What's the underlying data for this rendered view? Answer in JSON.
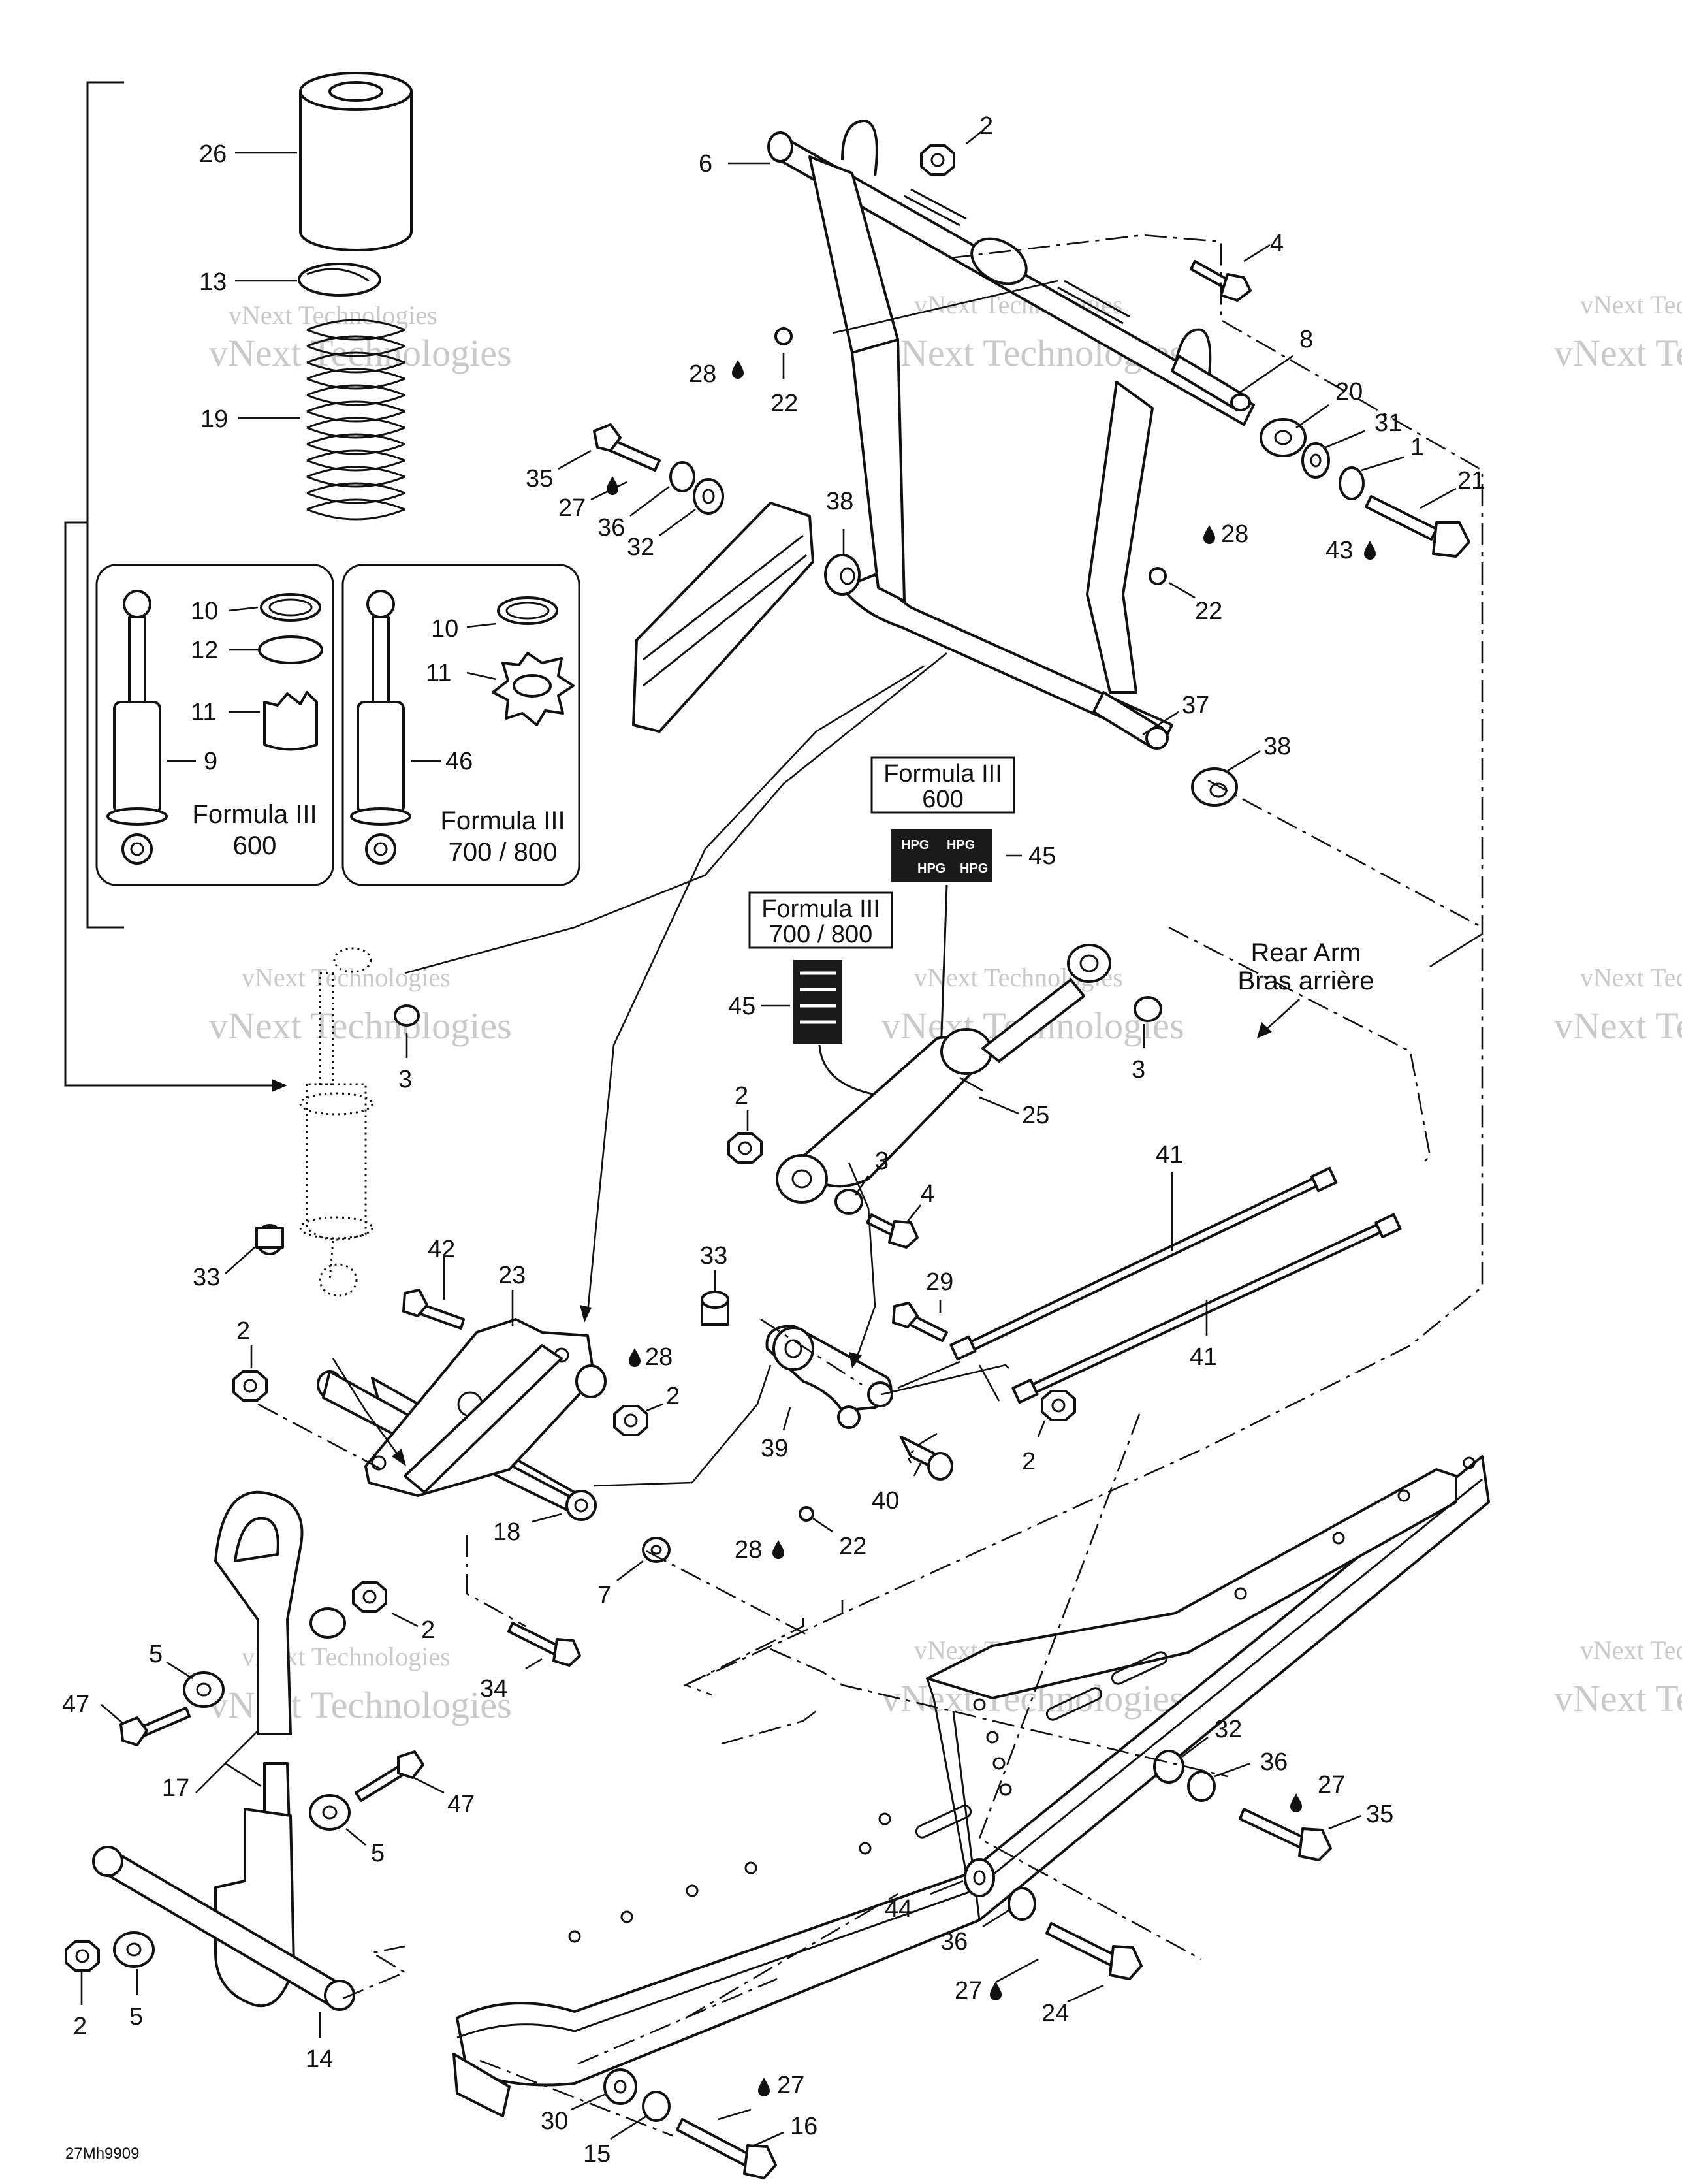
{
  "callouts": {
    "c1": "1",
    "c2": "2",
    "c3": "3",
    "c4": "4",
    "c5": "5",
    "c6": "6",
    "c7": "7",
    "c8": "8",
    "c9": "9",
    "c10": "10",
    "c11": "11",
    "c12": "12",
    "c13": "13",
    "c14": "14",
    "c15": "15",
    "c16": "16",
    "c17": "17",
    "c18": "18",
    "c19": "19",
    "c20": "20",
    "c21": "21",
    "c22": "22",
    "c23": "23",
    "c24": "24",
    "c25": "25",
    "c26": "26",
    "c27": "27",
    "c28": "28",
    "c29": "29",
    "c30": "30",
    "c31": "31",
    "c32": "32",
    "c33": "33",
    "c34": "34",
    "c35": "35",
    "c36": "36",
    "c37": "37",
    "c38": "38",
    "c39": "39",
    "c40": "40",
    "c41": "41",
    "c42": "42",
    "c43": "43",
    "c44": "44",
    "c45": "45",
    "c46": "46",
    "c47": "47"
  },
  "variants": {
    "formula_600_line1": "Formula III",
    "formula_600_line2": "600",
    "formula_700_line1": "Formula III",
    "formula_700_line2": "700 / 800"
  },
  "rear_arm": {
    "line1": "Rear Arm",
    "line2": "Bras arrière"
  },
  "decals": {
    "hpg_text": "HPG"
  },
  "watermark": "vNext Technologies",
  "diagram_code": "27Mh9909",
  "icons": {
    "lubricant": "oil-drop-icon"
  }
}
